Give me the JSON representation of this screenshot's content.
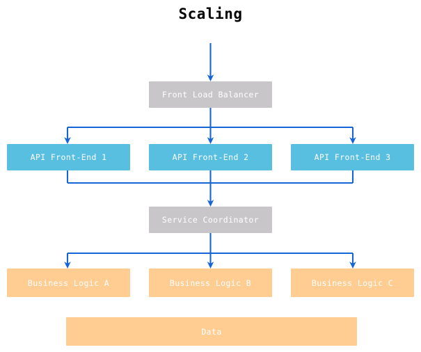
{
  "diagram": {
    "title": "Scaling",
    "type": "flowchart",
    "orientation": "top-to-bottom",
    "colors": {
      "accent_edge": "#1565d8",
      "tier_balancer": "#c9c6c9",
      "tier_api": "#59bfe0",
      "tier_logic": "#ffcd92",
      "node_text": "#ffffff",
      "title_text": "#000000",
      "background": "#ffffff"
    },
    "nodes": [
      {
        "id": "flb",
        "label": "Front Load Balancer",
        "tier": "balancer"
      },
      {
        "id": "api1",
        "label": "API Front-End 1",
        "tier": "api"
      },
      {
        "id": "api2",
        "label": "API Front-End 2",
        "tier": "api"
      },
      {
        "id": "api3",
        "label": "API Front-End 3",
        "tier": "api"
      },
      {
        "id": "svc",
        "label": "Service Coordinator",
        "tier": "balancer"
      },
      {
        "id": "blA",
        "label": "Business Logic A",
        "tier": "logic"
      },
      {
        "id": "blB",
        "label": "Business Logic B",
        "tier": "logic"
      },
      {
        "id": "blC",
        "label": "Business Logic C",
        "tier": "logic"
      },
      {
        "id": "data",
        "label": "Data",
        "tier": "logic"
      }
    ],
    "edges": [
      {
        "from": "ingress",
        "to": "flb"
      },
      {
        "from": "flb",
        "to": "api1"
      },
      {
        "from": "flb",
        "to": "api2"
      },
      {
        "from": "flb",
        "to": "api3"
      },
      {
        "from": "api1",
        "to": "svc"
      },
      {
        "from": "api2",
        "to": "svc"
      },
      {
        "from": "api3",
        "to": "svc"
      },
      {
        "from": "svc",
        "to": "blA"
      },
      {
        "from": "svc",
        "to": "blB"
      },
      {
        "from": "svc",
        "to": "blC"
      }
    ]
  }
}
